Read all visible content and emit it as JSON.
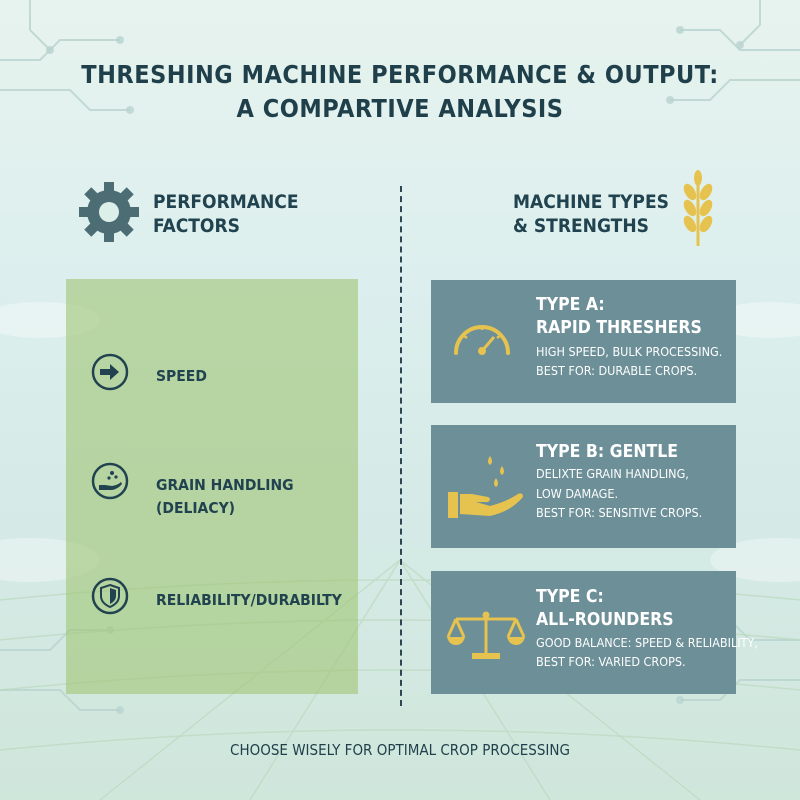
{
  "title": {
    "line1": "THRESHING MACHINE PERFORMANCE & OUTPUT:",
    "line2": "A COMPARTIVE ANALYSIS"
  },
  "left_heading": {
    "line1": "PERFORMANCE",
    "line2": "FACTORS",
    "icon": "gear-icon"
  },
  "right_heading": {
    "line1": "MACHINE TYPES",
    "line2": "& STRENGTHS",
    "icon": "wheat-icon"
  },
  "factors": [
    {
      "label": "SPEED",
      "icon": "arrow-right-icon"
    },
    {
      "label_line1": "GRAIN HANDLING",
      "label_line2": "(DELIACY)",
      "icon": "hand-grain-icon"
    },
    {
      "label": "RELIABILITY/DURABILTY",
      "icon": "shield-icon"
    }
  ],
  "types": [
    {
      "title_line1": "TYPE A:",
      "title_line2": "RAPID THRESHERS",
      "desc_line1": "HIGH SPEED, BULK PROCESSING.",
      "desc_line2": "BEST FOR: DURABLE CROPS.",
      "icon": "speedometer-icon"
    },
    {
      "title_line1": "TYPE B: GENTLE",
      "desc_line1": "DELIXTE GRAIN HANDLING,",
      "desc_line2": "LOW DAMAGE.",
      "desc_line3": "BEST FOR: SENSITIVE CROPS.",
      "icon": "hand-drops-icon"
    },
    {
      "title_line1": "TYPE C:",
      "title_line2": "ALL-ROUNDERS",
      "desc_line1": "GOOD BALANCE: SPEED & RELIABILITY,",
      "desc_line2": "BEST FOR: VARIED CROPS.",
      "icon": "scales-icon"
    }
  ],
  "footer": "CHOOSE WISELY FOR OPTIMAL CROP PROCESSING",
  "colors": {
    "dark": "#21424f",
    "panel_green": "#a1c678",
    "card_teal": "#6c8f98",
    "accent_yellow": "#e6c24f"
  }
}
